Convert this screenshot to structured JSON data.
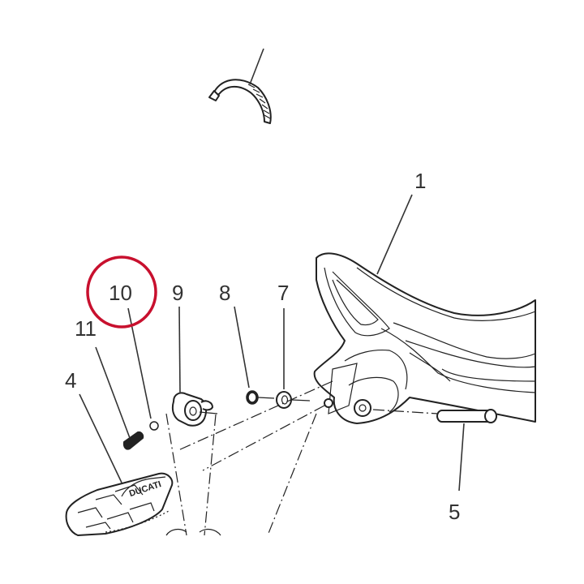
{
  "labels": {
    "p1": "1",
    "p4": "4",
    "p5": "5",
    "p7": "7",
    "p8": "8",
    "p9": "9",
    "p10": "10",
    "p11": "11"
  },
  "emblem_text": "DUCATI",
  "highlight_color": "#c8102e",
  "highlighted_part": "10"
}
